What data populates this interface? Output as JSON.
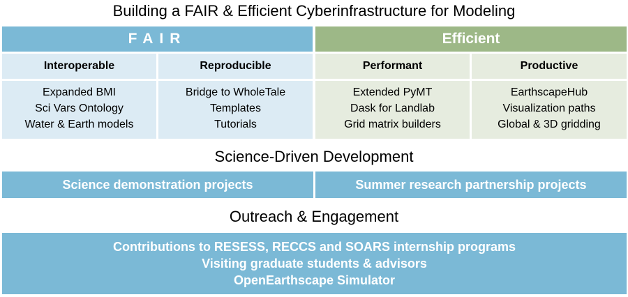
{
  "title": "Building a FAIR & Efficient Cyberinfrastructure for Modeling",
  "fair": {
    "label": "FAIR",
    "columns": [
      {
        "heading": "Interoperable",
        "items": [
          "Expanded BMI",
          "Sci Vars Ontology",
          "Water & Earth models"
        ]
      },
      {
        "heading": "Reproducible",
        "items": [
          "Bridge to WholeTale",
          "Templates",
          "Tutorials"
        ]
      }
    ]
  },
  "efficient": {
    "label": "Efficient",
    "columns": [
      {
        "heading": "Performant",
        "items": [
          "Extended PyMT",
          "Dask for Landlab",
          "Grid matrix builders"
        ]
      },
      {
        "heading": "Productive",
        "items": [
          "EarthscapeHub",
          "Visualization paths",
          "Global & 3D gridding"
        ]
      }
    ]
  },
  "science_driven": {
    "title": "Science-Driven Development",
    "left": "Science demonstration projects",
    "right": "Summer research partnership projects"
  },
  "outreach": {
    "title": "Outreach & Engagement",
    "items": [
      "Contributions to RESESS, RECCS and SOARS internship programs",
      "Visiting graduate students & advisors",
      "OpenEarthscape Simulator"
    ]
  },
  "colors": {
    "blue": "#7bb9d6",
    "blue_light": "#dcebf4",
    "green": "#9db887",
    "green_light": "#e6ecdf"
  }
}
